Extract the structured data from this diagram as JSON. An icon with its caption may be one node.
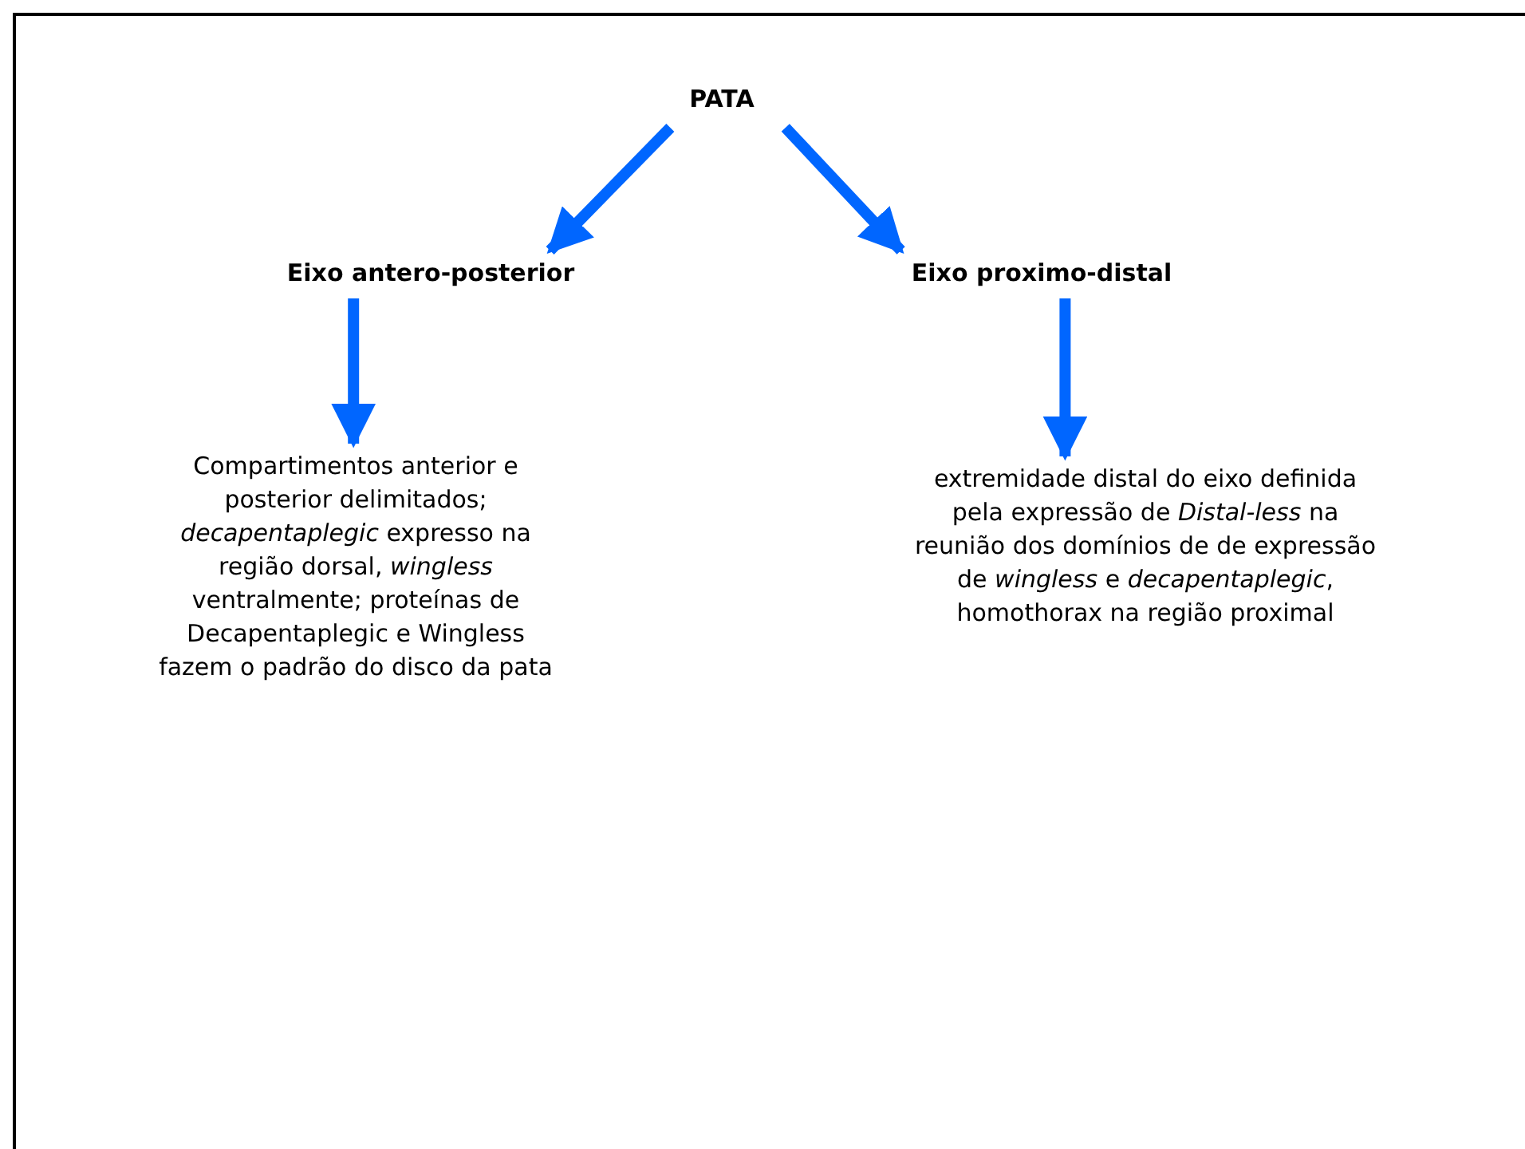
{
  "diagram": {
    "nodes": [
      {
        "text": [
          "PATA"
        ]
      },
      {
        "text": [
          "Eixo antero-posterior"
        ]
      },
      {
        "text": [
          "Eixo proximo-distal"
        ]
      },
      {
        "text": [
          "Compartimentos anterior e posterior delimitados; *decapentaplegic* expresso na região dorsal, *wingless* ventralmente; proteínas de Decapentaplegic e Wingless fazem o padrão do disco da pata"
        ]
      },
      {
        "text": [
          "extremidade distal do eixo definida pela expressão de *Distal-less* na reunião dos domínios de de expressão de *wingless* e *decapentaplegic*, homothorax na região proximal"
        ]
      }
    ],
    "edges": [
      {
        "from": 0,
        "to": 1,
        "arrow": "to"
      },
      {
        "from": 0,
        "to": 2,
        "arrow": "to"
      },
      {
        "from": 1,
        "to": 3,
        "arrow": "to"
      },
      {
        "from": 2,
        "to": 4,
        "arrow": "to"
      }
    ]
  }
}
